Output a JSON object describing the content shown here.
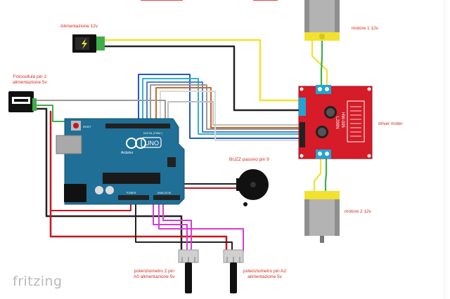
{
  "labels": {
    "power": "Alimentazione 12v",
    "photocell_line1": "Fotocellula pin 2",
    "photocell_line2": "alimentazione 5v",
    "motor1": "motore 1 12v",
    "motor2": "motore 2 12v",
    "driver": "driver moter",
    "buzzer": "BUZZ passivo pin 9",
    "pot1_line1": "potenziometro 2 pin",
    "pot1_line2": "A0 alimentazione 5v",
    "pot2_line1": "potenziometro pin A2",
    "pot2_line2": "alimentazione 5v"
  },
  "board": {
    "model": "UNO",
    "maker": "Arduino",
    "digital_label": "DIGITAL (PWM~)",
    "power_label": "POWER",
    "analog_label": "ANALOG IN",
    "reset_label": "RESET"
  },
  "driver_board": {
    "chip_text": "L298N",
    "board_text": "HW-095"
  },
  "brand": "fritzing",
  "colors": {
    "board_blue": "#1f6f96",
    "driver_red": "#d51c28",
    "wire_yellow": "#f2e12f",
    "wire_black": "#222222",
    "wire_red": "#c6161d",
    "wire_green": "#3fae49",
    "wire_magenta": "#d63bd6",
    "wire_blue": "#2458c9",
    "wire_cyan": "#2fb3c8",
    "wire_orange": "#c86a2a",
    "wire_gray": "#9a9a9a",
    "label_red": "#d42a1c"
  }
}
